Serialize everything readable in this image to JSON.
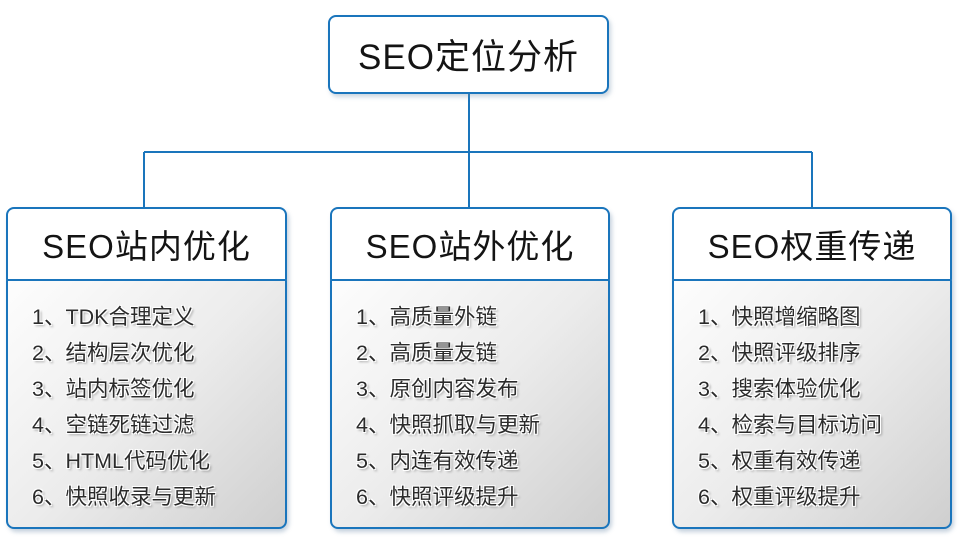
{
  "root": {
    "title": "SEO定位分析"
  },
  "columns": [
    {
      "title": "SEO站内优化",
      "items": [
        "1、TDK合理定义",
        "2、结构层次优化",
        "3、站内标签优化",
        "4、空链死链过滤",
        "5、HTML代码优化",
        "6、快照收录与更新"
      ]
    },
    {
      "title": "SEO站外优化",
      "items": [
        "1、高质量外链",
        "2、高质量友链",
        "3、原创内容发布",
        "4、快照抓取与更新",
        "5、内连有效传递",
        "6、快照评级提升"
      ]
    },
    {
      "title": "SEO权重传递",
      "items": [
        "1、快照增缩略图",
        "2、快照评级排序",
        "3、搜索体验优化",
        "4、检索与目标访问",
        "5、权重有效传递",
        "6、权重评级提升"
      ]
    }
  ],
  "colors": {
    "accent_blue": "#1a75bc",
    "list_gradient_start": "#fdfdfd",
    "list_gradient_end": "#cfcfcf",
    "text_dark": "#141414"
  }
}
